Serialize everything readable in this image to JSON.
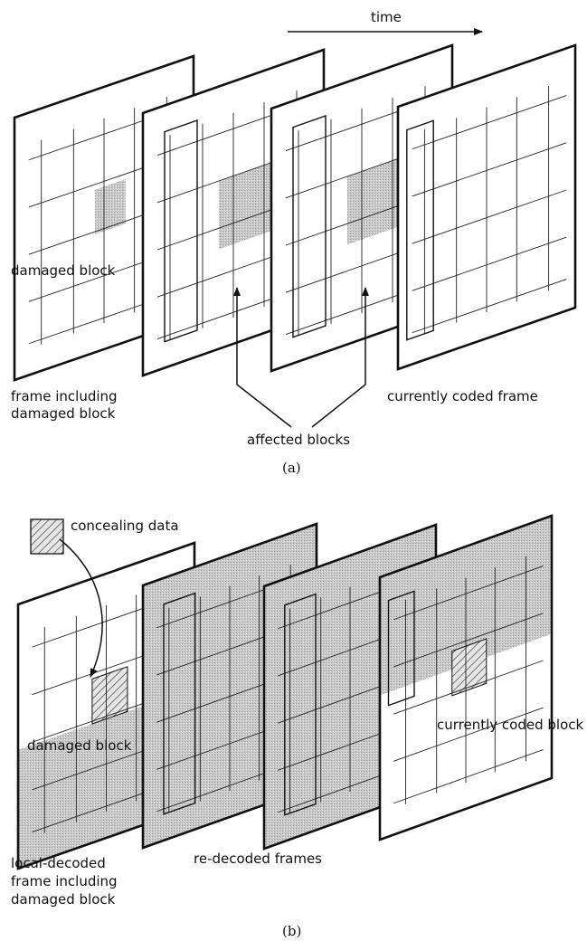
{
  "panel_a": {
    "caption": "(a)",
    "time_label": "time",
    "labels": {
      "damaged_block": "damaged block",
      "frame_including_line1": "frame  including",
      "frame_including_line2": "damaged block",
      "affected_blocks": "affected blocks",
      "currently_coded_frame": "currently coded frame"
    }
  },
  "panel_b": {
    "caption": "(b)",
    "labels": {
      "concealing_data": "concealing data",
      "damaged_block": "damaged block",
      "currently_coded_block": "currently coded block",
      "local_decoded_line1": "local-decoded",
      "local_decoded_line2": "frame including",
      "local_decoded_line3": "damaged block",
      "re_decoded_frames": "re-decoded frames"
    }
  },
  "colors": {
    "stroke": "#111111",
    "shade": "#c4c4c4",
    "hatch": "#555555",
    "background": "#ffffff"
  }
}
